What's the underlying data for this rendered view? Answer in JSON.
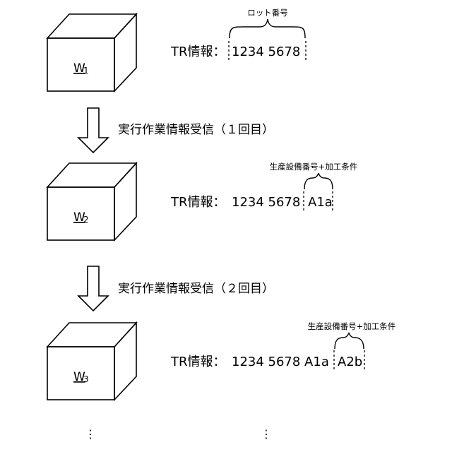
{
  "stages": [
    {
      "cube_label": "W",
      "cube_subscript": "1",
      "tr_prefix": "TR情報：",
      "tr_base": "1234 5678",
      "tr_added": "",
      "brace_label": "ロット番号"
    },
    {
      "cube_label": "W",
      "cube_subscript": "2",
      "tr_prefix": "TR情報：",
      "tr_base": "1234 5678 ",
      "tr_added": "A1a",
      "brace_label": "生産設備番号+加工条件"
    },
    {
      "cube_label": "W",
      "cube_subscript": "3",
      "tr_prefix": "TR情報：",
      "tr_base": "1234 5678 A1a ",
      "tr_added": "A2b",
      "brace_label": "生産設備番号+加工条件"
    }
  ],
  "steps": [
    {
      "label": "実行作業情報受信（１回目）"
    },
    {
      "label": "実行作業情報受信（２回目）"
    }
  ],
  "continuation": {
    "left": "⋮",
    "right": "⋮"
  }
}
